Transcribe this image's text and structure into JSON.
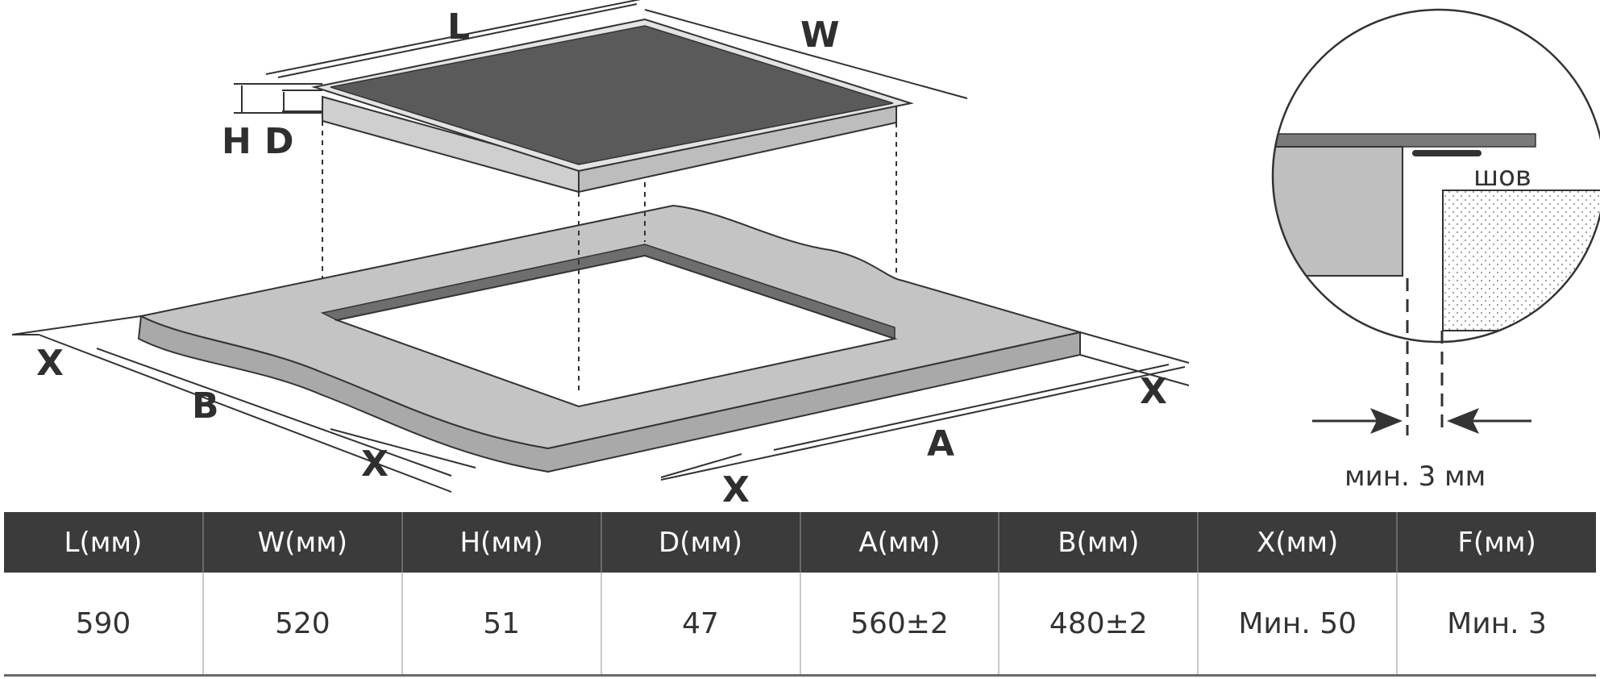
{
  "diagram": {
    "dimension_letters": {
      "L": "L",
      "W": "W",
      "H": "H",
      "D": "D",
      "X_left": "X",
      "B": "B",
      "X_bottom_left": "X",
      "X_bottom_right": "X",
      "A": "A",
      "X_right": "X"
    },
    "detail": {
      "seam_label": "шов",
      "gap_label": "мин. 3 мм"
    }
  },
  "table": {
    "headers": [
      "L(мм)",
      "W(мм)",
      "H(мм)",
      "D(мм)",
      "A(мм)",
      "B(мм)",
      "X(мм)",
      "F(мм)"
    ],
    "values": [
      "590",
      "520",
      "51",
      "47",
      "560±2",
      "480±2",
      "Мин. 50",
      "Мин. 3"
    ]
  },
  "colors": {
    "glass": "#5a5a5a",
    "frame": "#cfcfcf",
    "countertop": "#c0c0c0",
    "cutout_inner": "#6e6e6e",
    "line": "#333333",
    "table_header": "#3b3b3b"
  },
  "icons": [
    "arrow-right-icon",
    "arrow-left-icon"
  ]
}
